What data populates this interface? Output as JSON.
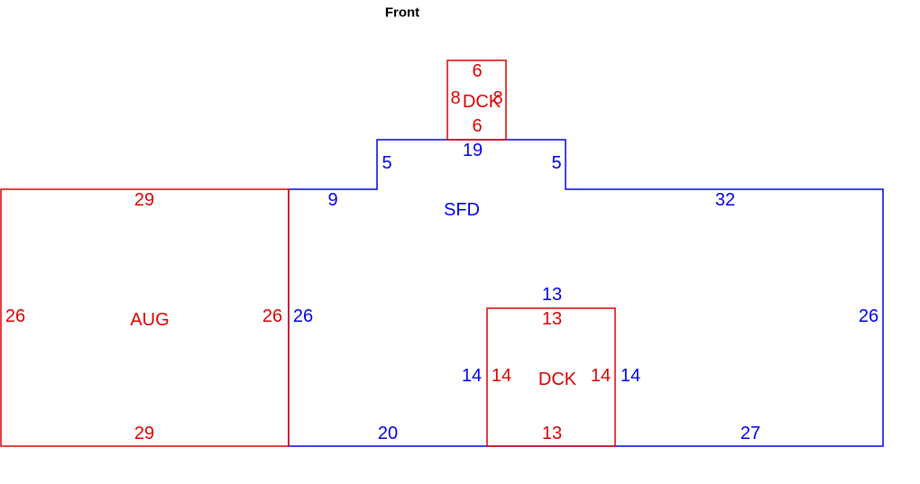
{
  "title": "Front",
  "colors": {
    "main_structure": "#0000ee",
    "additions": "#dd0000",
    "title": "#000000"
  },
  "areas": {
    "sfd": {
      "label": "SFD",
      "dims": {
        "top_left": "9",
        "left_step": "5",
        "top_mid": "19",
        "right_step": "5",
        "top_right": "32",
        "left": "26",
        "right": "26",
        "bottom_left": "20",
        "bottom_right": "27",
        "dck_top": "13",
        "dck_left": "14",
        "dck_right": "14"
      }
    },
    "aug": {
      "label": "AUG",
      "dims": {
        "top": "29",
        "bottom": "29",
        "left": "26",
        "right": "26"
      }
    },
    "dck_front": {
      "label": "DCK",
      "dims": {
        "top": "6",
        "bottom": "6",
        "left": "8",
        "right": "8"
      }
    },
    "dck_rear": {
      "label": "DCK",
      "dims": {
        "top": "13",
        "bottom": "13",
        "left": "14",
        "right": "14"
      }
    }
  }
}
